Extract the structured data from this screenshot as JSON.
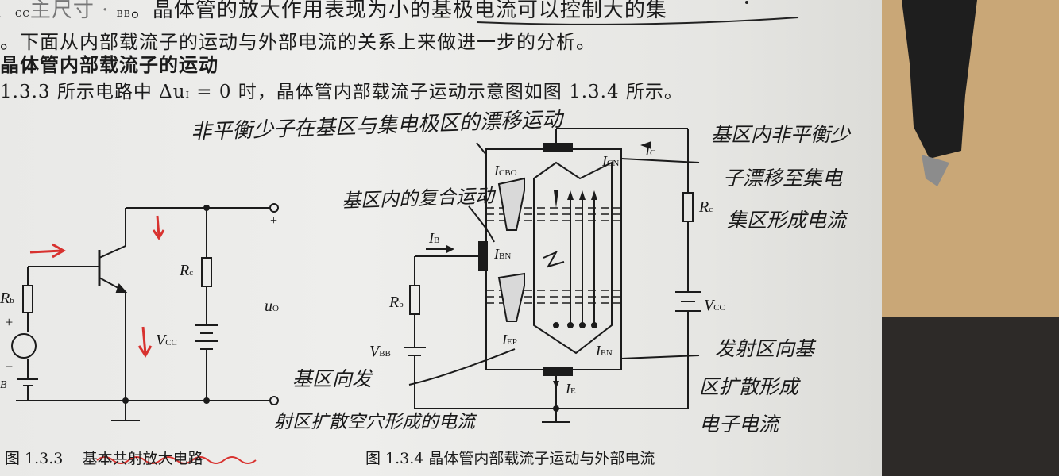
{
  "text": {
    "line1_prefix": "CC",
    "line1_mid": "BB",
    "line1_main": "。晶体管的放大作用表现为小的基极电流可以控制大的集",
    "line2": "。下面从内部载流子的运动与外部电流的关系上来做进一步的分析。",
    "line3": "晶体管内部载流子的运动",
    "line4": "1.3.3 所示电路中 Δu",
    "line4_sub": "I",
    "line4_rest": " = 0 时，晶体管内部载流子运动示意图如图 1.3.4 所示。"
  },
  "fig133": {
    "caption_num": "图 1.3.3",
    "caption_text": "基本共射放大电路",
    "Rb": "R",
    "Rb_sub": "b",
    "Rc": "R",
    "Rc_sub": "c",
    "Vcc": "V",
    "Vcc_sub": "CC",
    "uo": "u",
    "uo_sub": "O",
    "plus": "+",
    "minus": "−",
    "plus2": "+",
    "minus2": "−",
    "B": "B"
  },
  "fig134": {
    "caption": "图 1.3.4   晶体管内部载流子运动与外部电流",
    "ICBO": "I",
    "ICBO_sub": "CBO",
    "ICN": "I",
    "ICN_sub": "CN",
    "IC": "I",
    "IC_sub": "C",
    "IB": "I",
    "IB_sub": "B",
    "IBN": "I",
    "IBN_sub": "BN",
    "IEP": "I",
    "IEP_sub": "EP",
    "IEN": "I",
    "IEN_sub": "EN",
    "IE": "I",
    "IE_sub": "E",
    "Rb": "R",
    "Rb_sub": "b",
    "Rc": "R",
    "Rc_sub": "c",
    "VBB": "V",
    "VBB_sub": "BB",
    "VCC": "V",
    "VCC_sub": "CC"
  },
  "handwriting": {
    "note_top": "非平衡少子在基区与集电极区的漂移运动",
    "note_base": "基区内的复合运动",
    "note_right1": "基区内非平衡少",
    "note_right2": "子漂移至集电",
    "note_right3": "集区形成电流",
    "note_emit1": "发射区向基",
    "note_emit2": "区扩散形成",
    "note_emit3": "电子电流",
    "note_bottom1": "基区向发",
    "note_bottom2": "射区扩散空穴形成的电流"
  },
  "colors": {
    "ink": "#1b1b1b",
    "red_pen": "#d8322f",
    "paper": "#ebebe9",
    "wood": "#c9a777"
  }
}
